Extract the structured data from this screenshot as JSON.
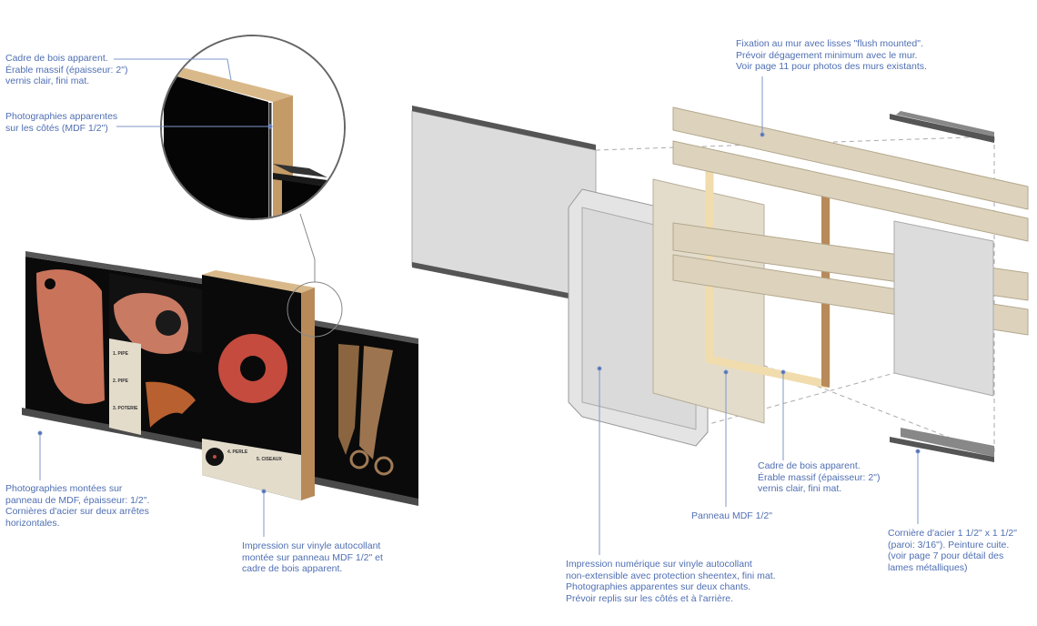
{
  "colors": {
    "label": "#4f6fb3",
    "wood": "#d9b98a",
    "mdf": "#e3dccb",
    "steel": "#5a5a5a"
  },
  "labels": {
    "left_frame": "Cadre de bois apparent.\nÉrable massif (épaisseur: 2\")\nvernis clair, fini mat.",
    "left_sides": "Photographies apparentes\nsur les côtés (MDF 1/2\")",
    "left_photos": "Photographies montées sur\npanneau de MDF, épaisseur: 1/2\".\nCornières d'acier sur deux arrêtes\nhorizontales.",
    "left_vinyl": "Impression sur vinyle autocollant\nmontée sur panneau MDF 1/2\" et\ncadre de bois apparent.",
    "fixation": "Fixation au mur avec lisses \"flush mounted\".\nPrévoir dégagement minimum avec le mur.\nVoir page 11 pour photos des murs existants.",
    "right_frame": "Cadre de bois apparent.\nÉrable massif (épaisseur: 2\")\nvernis clair, fini mat.",
    "mdf_panel": "Panneau MDF 1/2\"",
    "print": "Impression numérique sur vinyle autocollant\nnon-extensible avec protection sheentex, fini mat.\nPhotographies apparentes sur deux chants.\nPrévoir replis sur les côtés et à l'arrière.",
    "steel": "Cornière d'acier 1 1/2\" x 1 1/2\"\n(paroi: 3/16\"). Peinture cuite.\n(voir page 7 pour détail des\nlames métalliques)"
  },
  "panel_text": {
    "item1": "1. PIPE",
    "item2": "2. PIPE",
    "item3": "3. POTERIE",
    "item4": "4. PERLE",
    "item5": "5. CISEAUX"
  }
}
